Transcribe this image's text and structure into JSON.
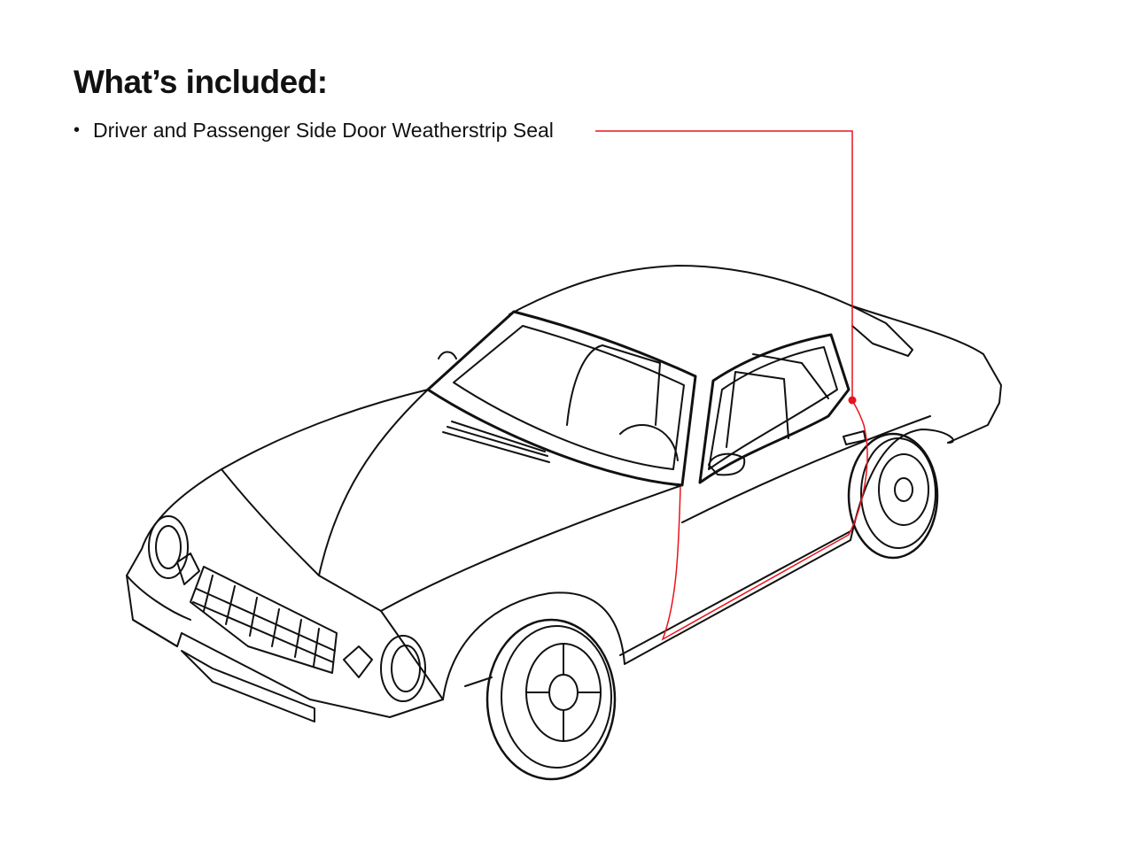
{
  "heading": "What’s included:",
  "items": [
    {
      "label": "Driver and Passenger Side Door Weatherstrip Seal"
    }
  ],
  "colors": {
    "accent": "#e8141c",
    "line": "#111111"
  },
  "illustration": {
    "subject": "car-line-drawing"
  }
}
